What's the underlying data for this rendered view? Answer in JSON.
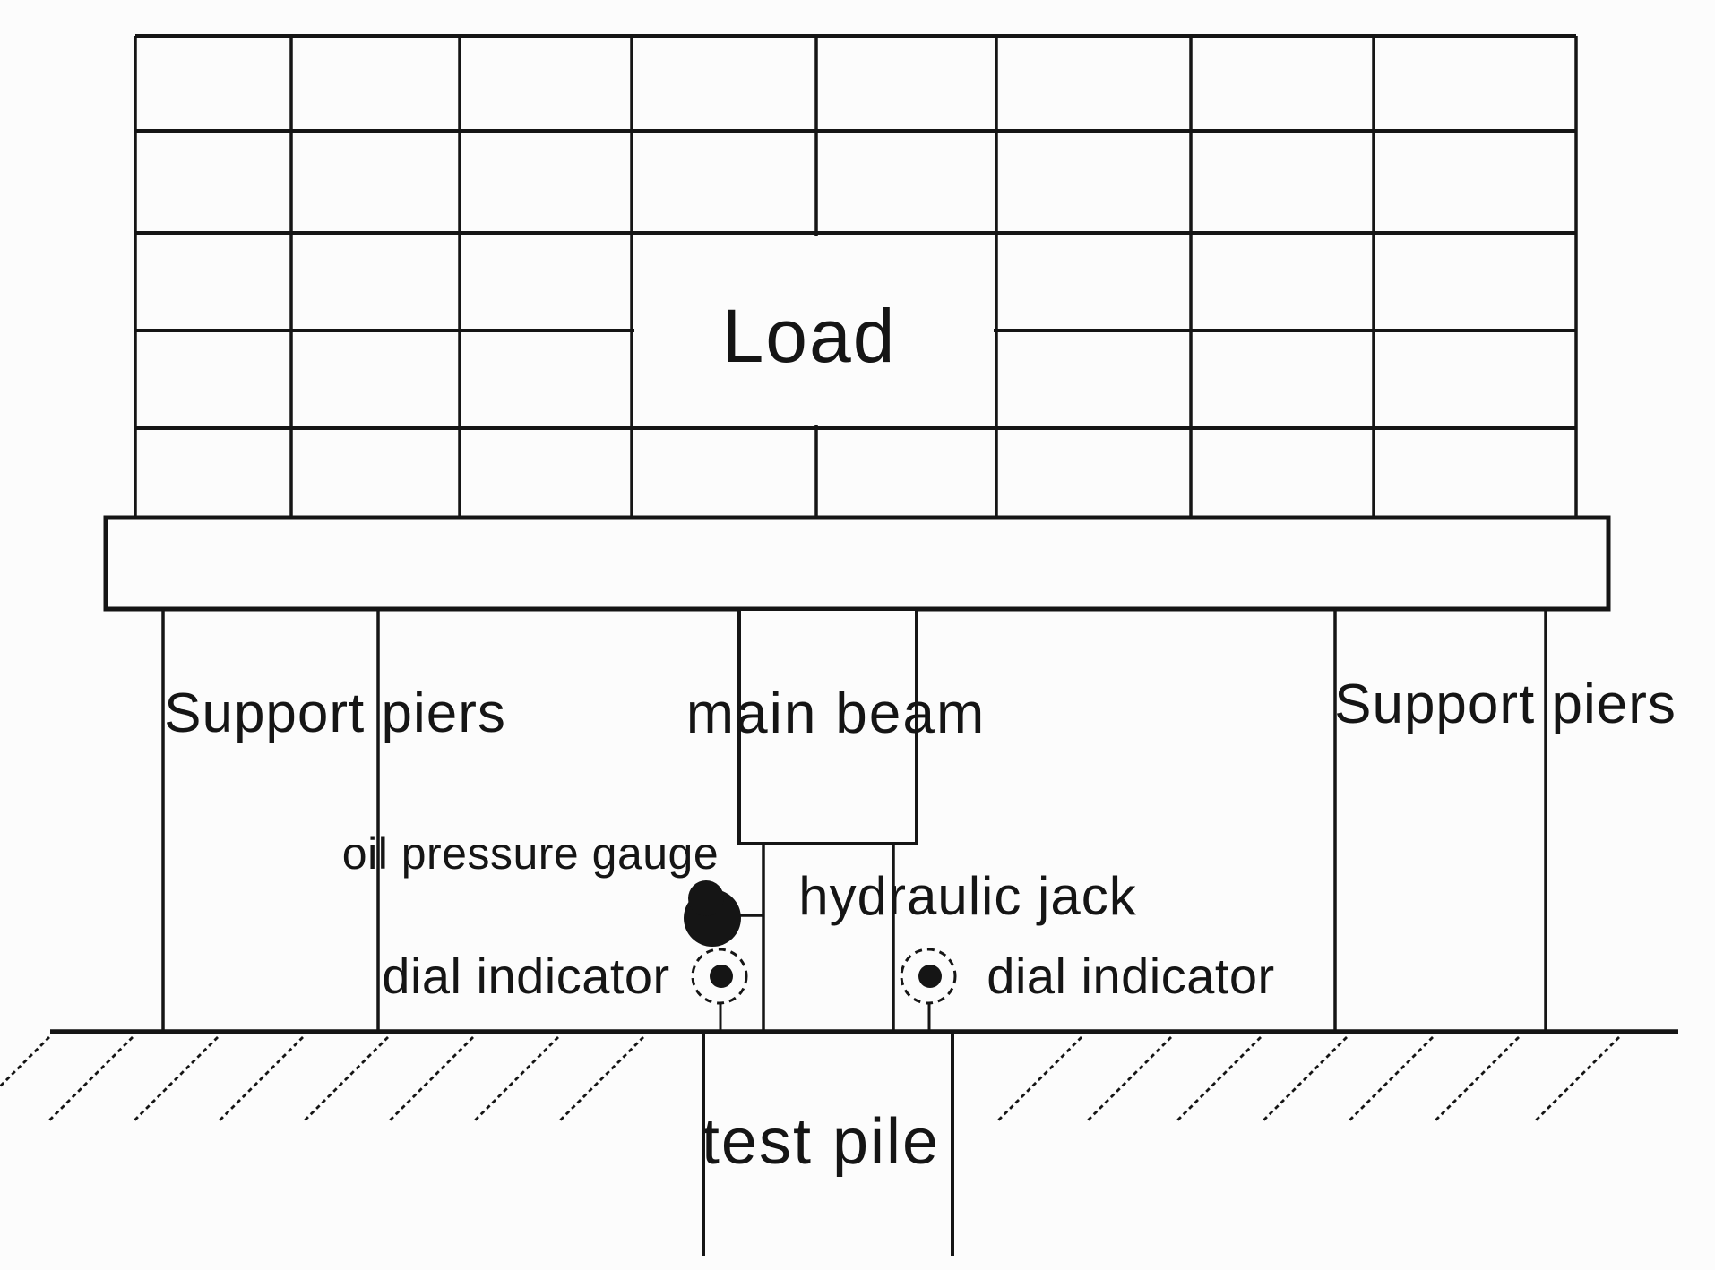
{
  "diagram": {
    "type": "static-pile-load-test-schematic",
    "colors": {
      "ink": "#151515",
      "background": "#fcfcfc"
    },
    "kentledge_grid": {
      "rows": 5,
      "columns": 8,
      "merged_cell_label": "Load"
    },
    "labels": {
      "load": "Load",
      "support_piers_left": "Support piers",
      "support_piers_right": "Support piers",
      "main_beam": "main beam",
      "oil_pressure_gauge": "oil pressure gauge",
      "hydraulic_jack": "hydraulic jack",
      "dial_indicator_left": "dial indicator",
      "dial_indicator_right": "dial indicator",
      "test_pile": "test pile"
    }
  }
}
